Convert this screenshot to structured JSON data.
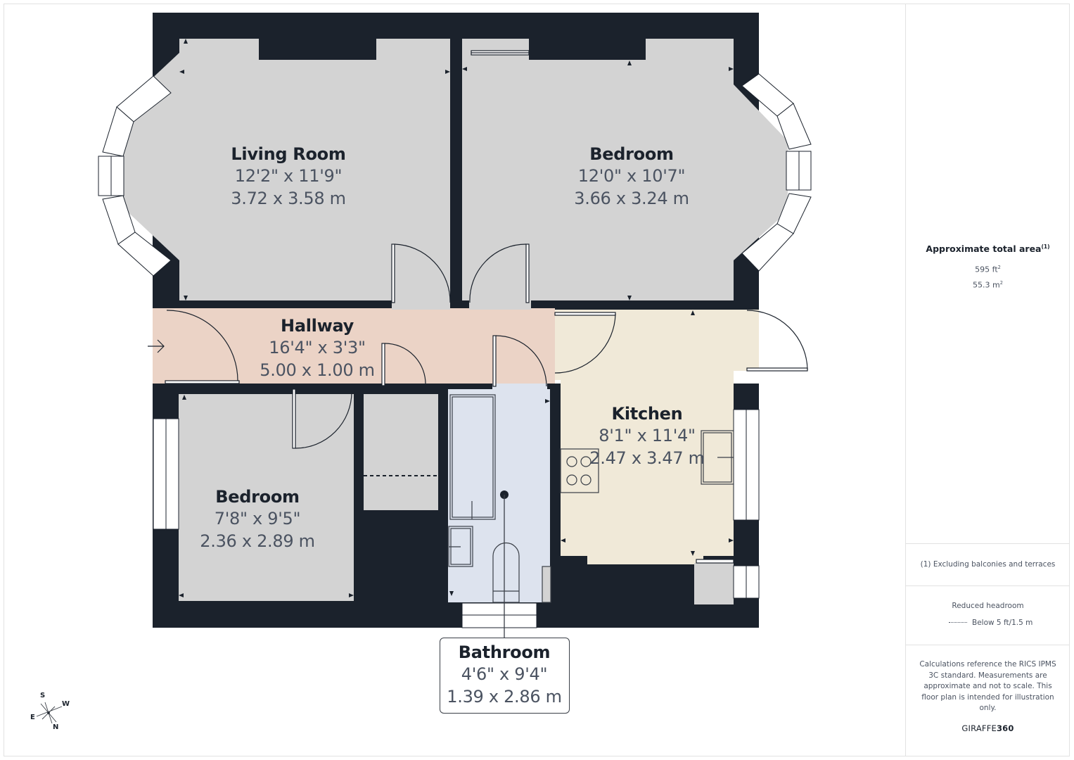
{
  "colors": {
    "wall": "#1b222c",
    "room_gray": "#d3d3d3",
    "hallway": "#ebd3c6",
    "kitchen": "#f0e9d8",
    "bathroom": "#dde3ee",
    "window": "#ffffff"
  },
  "rooms": [
    {
      "id": "living-room",
      "name": "Living Room",
      "imperial": "12'2\" x 11'9\"",
      "metric": "3.72 x 3.58 m"
    },
    {
      "id": "bedroom-1",
      "name": "Bedroom",
      "imperial": "12'0\" x 10'7\"",
      "metric": "3.66 x 3.24 m"
    },
    {
      "id": "hallway",
      "name": "Hallway",
      "imperial": "16'4\" x 3'3\"",
      "metric": "5.00 x 1.00 m"
    },
    {
      "id": "kitchen",
      "name": "Kitchen",
      "imperial": "8'1\" x 11'4\"",
      "metric": "2.47 x 3.47 m"
    },
    {
      "id": "bedroom-2",
      "name": "Bedroom",
      "imperial": "7'8\" x 9'5\"",
      "metric": "2.36 x 2.89 m"
    },
    {
      "id": "bathroom",
      "name": "Bathroom",
      "imperial": "4'6\" x 9'4\"",
      "metric": "1.39 x 2.86 m"
    }
  ],
  "compass": {
    "s": "S",
    "w": "W",
    "e": "E",
    "n": "N"
  },
  "sidebar": {
    "area_title": "Approximate total area",
    "area_footnote_mark": "(1)",
    "area_ft": "595 ft",
    "area_ft_unit_sup": "2",
    "area_m": "55.3 m",
    "area_m_unit_sup": "2",
    "footnote": "(1) Excluding balconies and terraces",
    "headroom_title": "Reduced headroom",
    "headroom_legend": "Below 5 ft/1.5 m",
    "disclaimer": "Calculations reference the RICS IPMS 3C standard. Measurements are approximate and not to scale. This floor plan is intended for illustration only.",
    "brand_light": "GIRAFFE",
    "brand_bold": "360"
  }
}
